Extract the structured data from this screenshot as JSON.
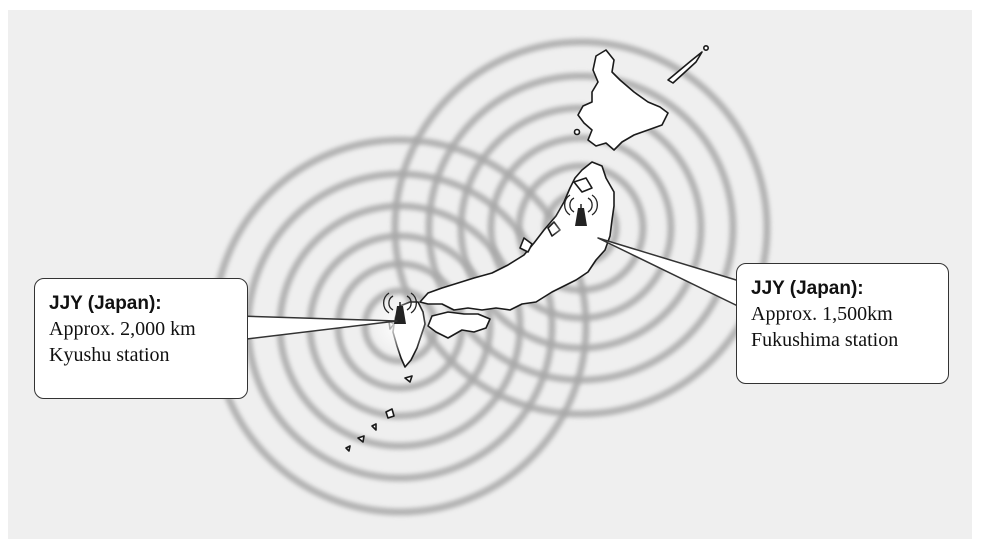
{
  "colors": {
    "background": "#efefef",
    "land": "#ffffff",
    "coastline": "#1a1a1a",
    "wave_ring": "#a8a8a8",
    "callout_border": "#333333"
  },
  "stations": [
    {
      "id": "kyushu",
      "title": "JJY (Japan):",
      "range_text": "Approx. 2,000 km",
      "name": "Kyushu station",
      "icon": "radio-tower-icon"
    },
    {
      "id": "fukushima",
      "title": "JJY (Japan):",
      "range_text": "Approx. 1,500km",
      "name": "Fukushima station",
      "icon": "radio-tower-icon"
    }
  ]
}
